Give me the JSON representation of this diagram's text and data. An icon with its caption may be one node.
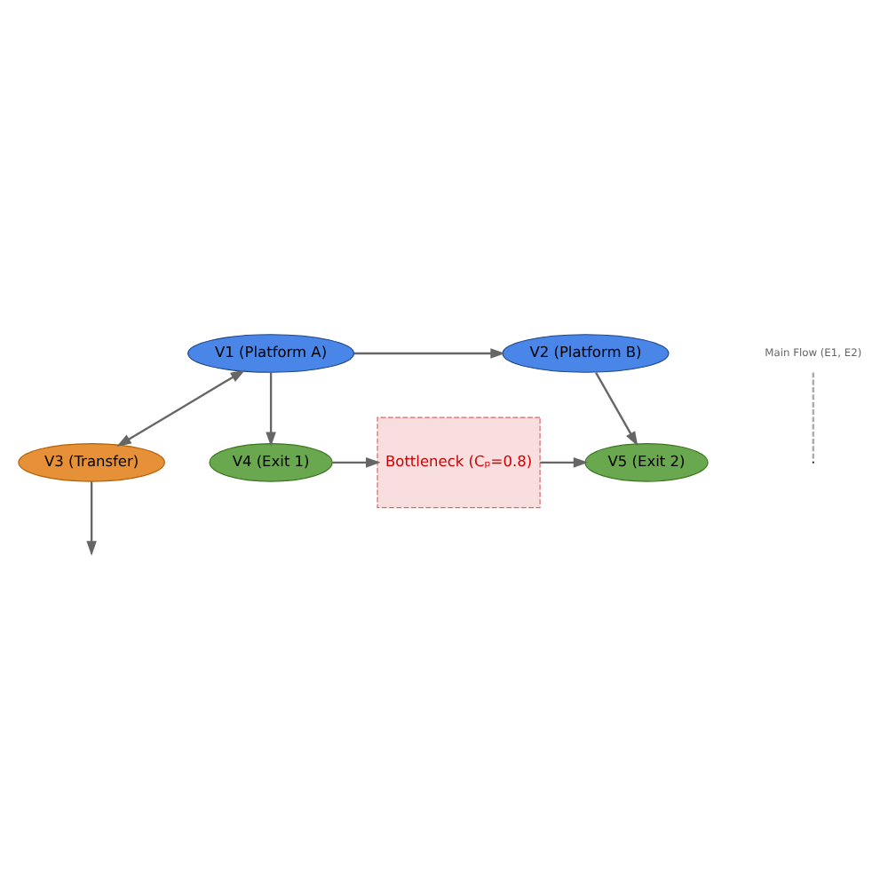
{
  "diagram": {
    "nodes": [
      {
        "text": [
          "V1 (Platform A)"
        ]
      },
      {
        "text": [
          "V2 (Platform B)"
        ]
      },
      {
        "text": [
          "V3 (Transfer)"
        ]
      },
      {
        "text": [
          "V4 (Exit 1)"
        ]
      },
      {
        "text": [
          "V5 (Exit 2)"
        ]
      },
      {
        "text": [
          "Bottleneck (Cₚ=0.8)"
        ]
      },
      {
        "text": [
          "Main Flow (E1, E2)"
        ]
      }
    ],
    "edges": [
      {
        "from": 0,
        "to": 1,
        "arrow": "to"
      },
      {
        "from": 0,
        "to": 2,
        "arrow": "both"
      },
      {
        "from": 2,
        "to": null,
        "arrow": "to"
      },
      {
        "from": 0,
        "to": 3,
        "arrow": "to"
      },
      {
        "from": 1,
        "to": 4,
        "arrow": "to"
      },
      {
        "from": 3,
        "to": 5,
        "arrow": "to"
      },
      {
        "from": 5,
        "to": 4,
        "arrow": "to"
      },
      {
        "from": 6,
        "to": null,
        "arrow": "none",
        "style": "dashed",
        "color": "#aaaaaa"
      }
    ]
  }
}
